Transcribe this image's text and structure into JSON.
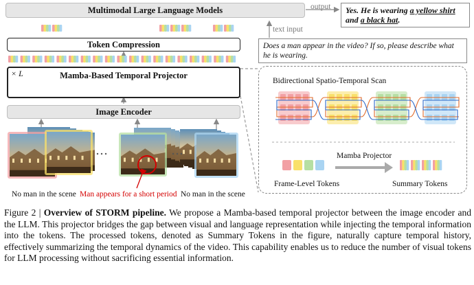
{
  "diagram": {
    "mllm_label": "Multimodal Large Language Models",
    "token_compression_label": "Token Compression",
    "projector_label": "Mamba-Based Temporal Projector",
    "projector_multiplier": "× L",
    "image_encoder_label": "Image Encoder",
    "output_label": "output",
    "text_input_label": "text input",
    "answer_part1": "Yes. He is wearing ",
    "answer_part2": "a yellow shirt",
    "answer_part3": " and ",
    "answer_part4": "a black hat",
    "answer_part5": ".",
    "question": "Does a man appear in the video? If so, please describe what he is wearing.",
    "frame_captions": {
      "left": "No man in the scene",
      "middle": "Man appears for a short period",
      "right": "No man in the scene"
    },
    "scan_panel": {
      "title": "Bidirectional Spatio-Temporal Scan",
      "mamba_projector_label": "Mamba Projector",
      "frame_tokens_label": "Frame-Level Tokens",
      "summary_tokens_label": "Summary Tokens"
    },
    "colors": {
      "red": "#f2a0a4",
      "yellow": "#f9e06a",
      "green": "#b6dfa3",
      "blue": "#a9d4f2",
      "highlight_red": "#d40000"
    }
  },
  "caption": {
    "figure_label": "Figure 2 | ",
    "title": "Overview of STORM pipeline.",
    "body": " We propose a Mamba-based temporal projector between the image encoder and the LLM. This projector bridges the gap between visual and language representation while injecting the temporal information into the tokens. The processed tokens, denoted as Summary Tokens in the figure, naturally capture temporal history, effectively summarizing the temporal dynamics of the video. This capability enables us to reduce the number of visual tokens for LLM processing without sacrificing essential information."
  }
}
